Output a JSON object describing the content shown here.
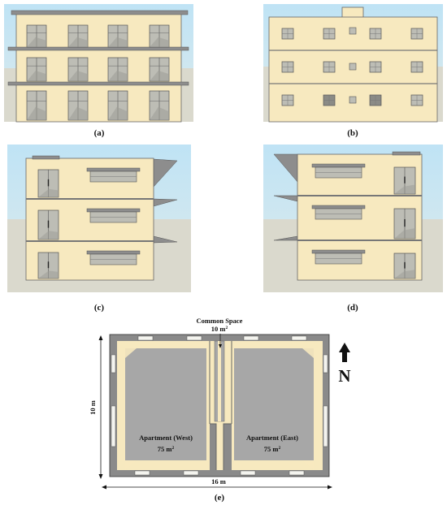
{
  "panels": [
    {
      "id": "a",
      "label": "(a)",
      "view": "south-elevation"
    },
    {
      "id": "b",
      "label": "(b)",
      "view": "north-elevation"
    },
    {
      "id": "c",
      "label": "(c)",
      "view": "west-elevation"
    },
    {
      "id": "d",
      "label": "(d)",
      "view": "east-elevation"
    },
    {
      "id": "e",
      "label": "(e)",
      "view": "floor-plan"
    }
  ],
  "plan": {
    "common_space_label": "Common Space",
    "common_space_area_num": "10 m",
    "common_space_area_sup": "2",
    "west_label": "Apartment (West)",
    "west_area_num": "75 m",
    "west_area_sup": "2",
    "east_label": "Apartment (East)",
    "east_area_num": "75 m",
    "east_area_sup": "2",
    "height_dim": "10 m",
    "width_dim": "16 m",
    "north": "N"
  },
  "colors": {
    "sky": "#bcdff2",
    "ground": "#d9d8cc",
    "wall": "#f7e9bf",
    "window": "#bdbdb5",
    "slab": "#8f8f8f",
    "floor": "#a7a7a7",
    "plan_wall": "#8a8a8a",
    "outline": "#444444"
  }
}
